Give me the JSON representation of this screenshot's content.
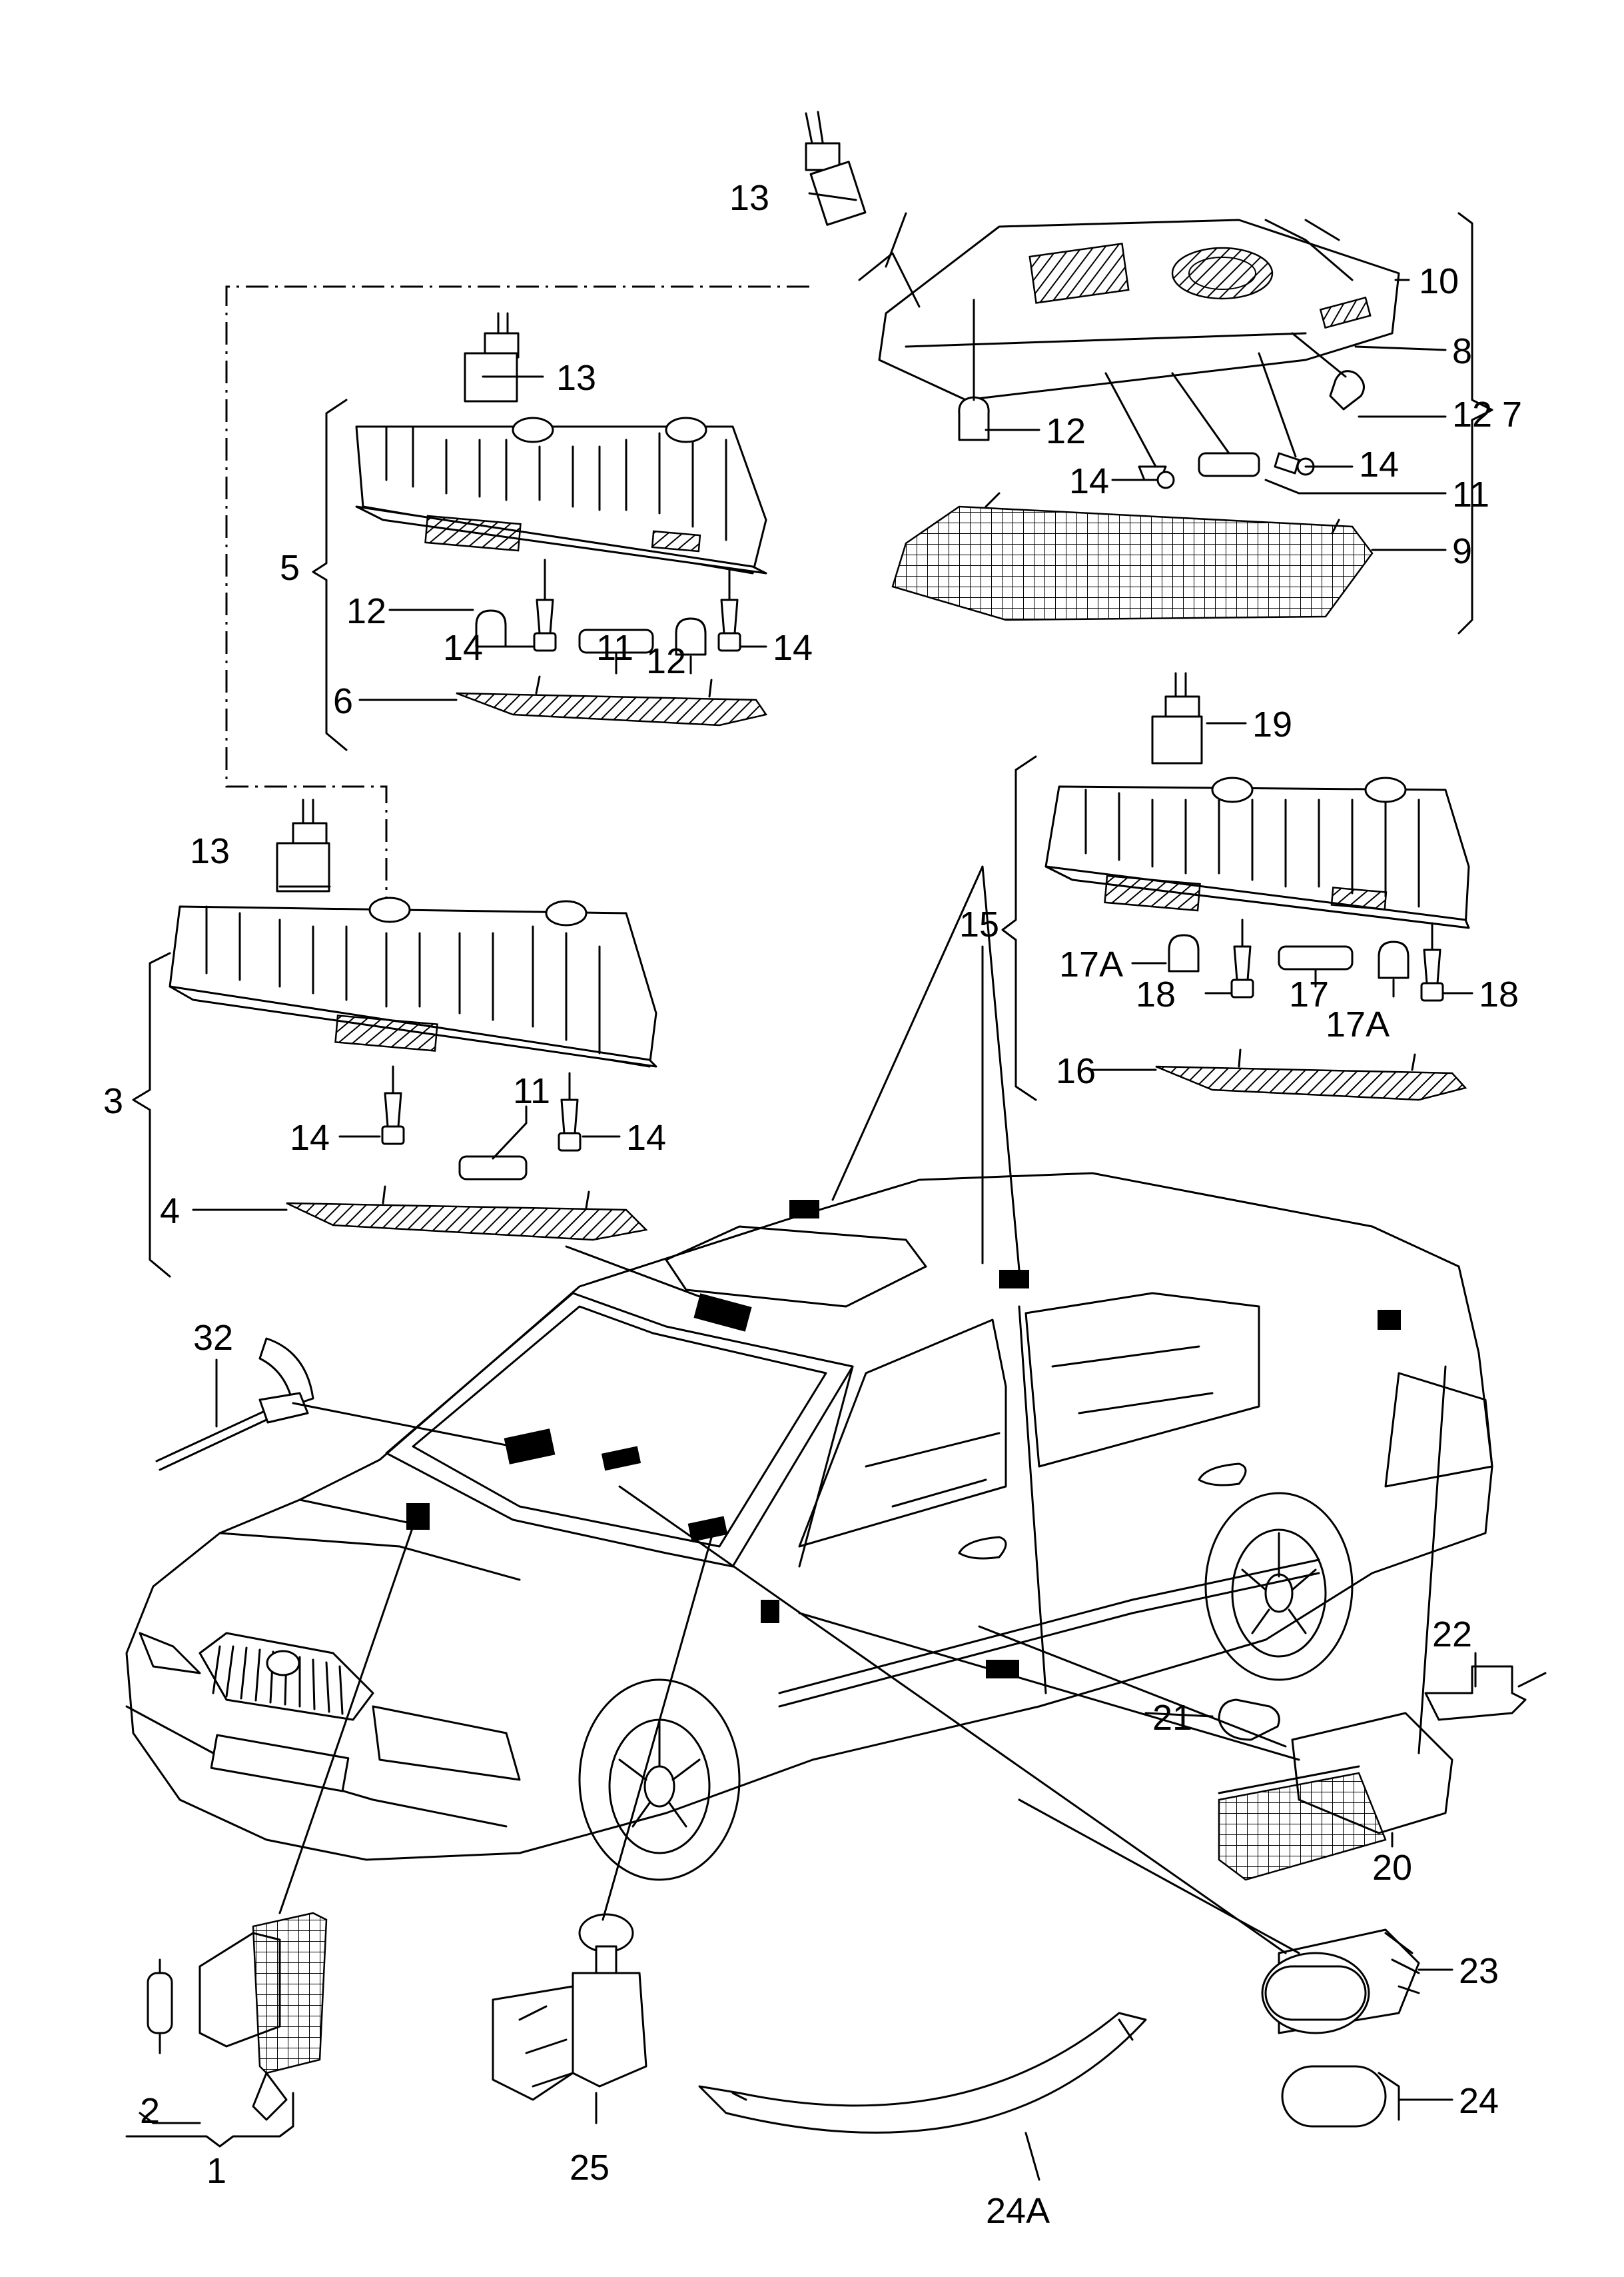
{
  "labels": {
    "l1": "1",
    "l2": "2",
    "l3": "3",
    "l4": "4",
    "l5": "5",
    "l6": "6",
    "l7": "7",
    "l8": "8",
    "l9": "9",
    "l10": "10",
    "l11": "11",
    "l12": "12",
    "l13": "13",
    "l14": "14",
    "l15": "15",
    "l16": "16",
    "l17": "17",
    "l17A": "17A",
    "l18": "18",
    "l19": "19",
    "l20": "20",
    "l21": "21",
    "l22": "22",
    "l23": "23",
    "l24": "24",
    "l24A": "24A",
    "l25": "25",
    "l32": "32"
  }
}
